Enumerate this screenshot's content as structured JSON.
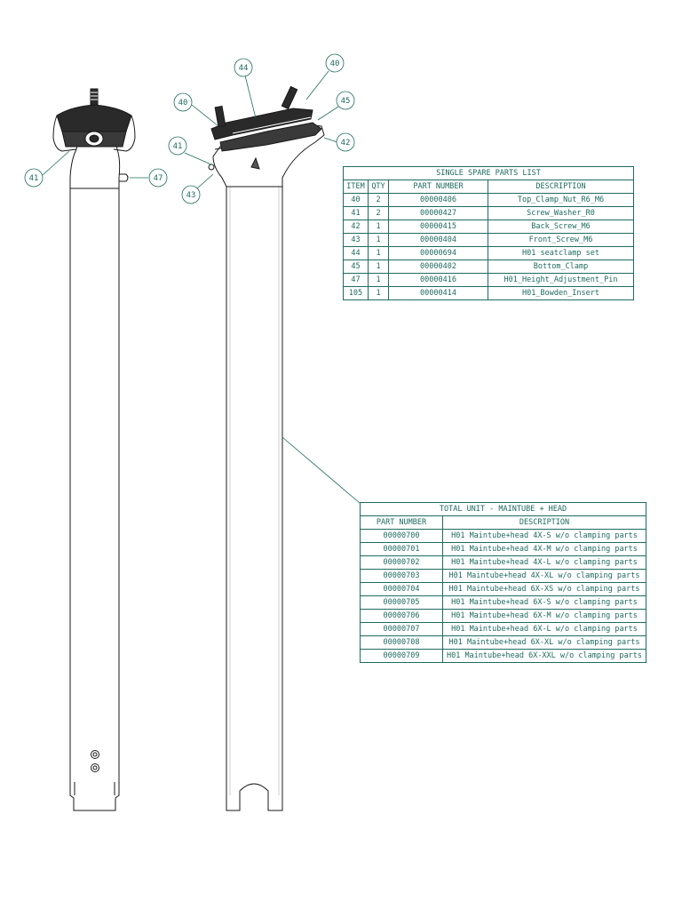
{
  "balloons": {
    "b41a": "41",
    "b47": "47",
    "b40a": "40",
    "b44": "44",
    "b40b": "40",
    "b45": "45",
    "b42": "42",
    "b41b": "41",
    "b43": "43"
  },
  "spare_parts": {
    "title": "SINGLE SPARE PARTS LIST",
    "headers": [
      "ITEM",
      "QTY",
      "PART NUMBER",
      "DESCRIPTION"
    ],
    "rows": [
      [
        "40",
        "2",
        "00000406",
        "Top_Clamp_Nut_R6_M6"
      ],
      [
        "41",
        "2",
        "00000427",
        "Screw_Washer_R0"
      ],
      [
        "42",
        "1",
        "00000415",
        "Back_Screw_M6"
      ],
      [
        "43",
        "1",
        "00000404",
        "Front_Screw_M6"
      ],
      [
        "44",
        "1",
        "00000694",
        "H01 seatclamp set"
      ],
      [
        "45",
        "1",
        "00000402",
        "Bottom_Clamp"
      ],
      [
        "47",
        "1",
        "00000416",
        "H01_Height_Adjustment_Pin"
      ],
      [
        "105",
        "1",
        "00000414",
        "H01_Bowden_Insert"
      ]
    ]
  },
  "total_unit": {
    "title": "TOTAL UNIT - MAINTUBE + HEAD",
    "headers": [
      "PART NUMBER",
      "DESCRIPTION"
    ],
    "rows": [
      [
        "00000700",
        "H01 Maintube+head 4X-S w/o clamping parts"
      ],
      [
        "00000701",
        "H01 Maintube+head 4X-M w/o clamping parts"
      ],
      [
        "00000702",
        "H01 Maintube+head 4X-L w/o clamping parts"
      ],
      [
        "00000703",
        "H01 Maintube+head 4X-XL w/o clamping parts"
      ],
      [
        "00000704",
        "H01 Maintube+head 6X-XS w/o clamping parts"
      ],
      [
        "00000705",
        "H01 Maintube+head 6X-S w/o clamping parts"
      ],
      [
        "00000706",
        "H01 Maintube+head 6X-M w/o clamping parts"
      ],
      [
        "00000707",
        "H01 Maintube+head 6X-L w/o clamping parts"
      ],
      [
        "00000708",
        "H01 Maintube+head 6X-XL w/o clamping parts"
      ],
      [
        "00000709",
        "H01 Maintube+head 6X-XXL w/o clamping parts"
      ]
    ]
  },
  "colors": {
    "line": "#1e6b5e",
    "part": "#1a1a1a"
  }
}
